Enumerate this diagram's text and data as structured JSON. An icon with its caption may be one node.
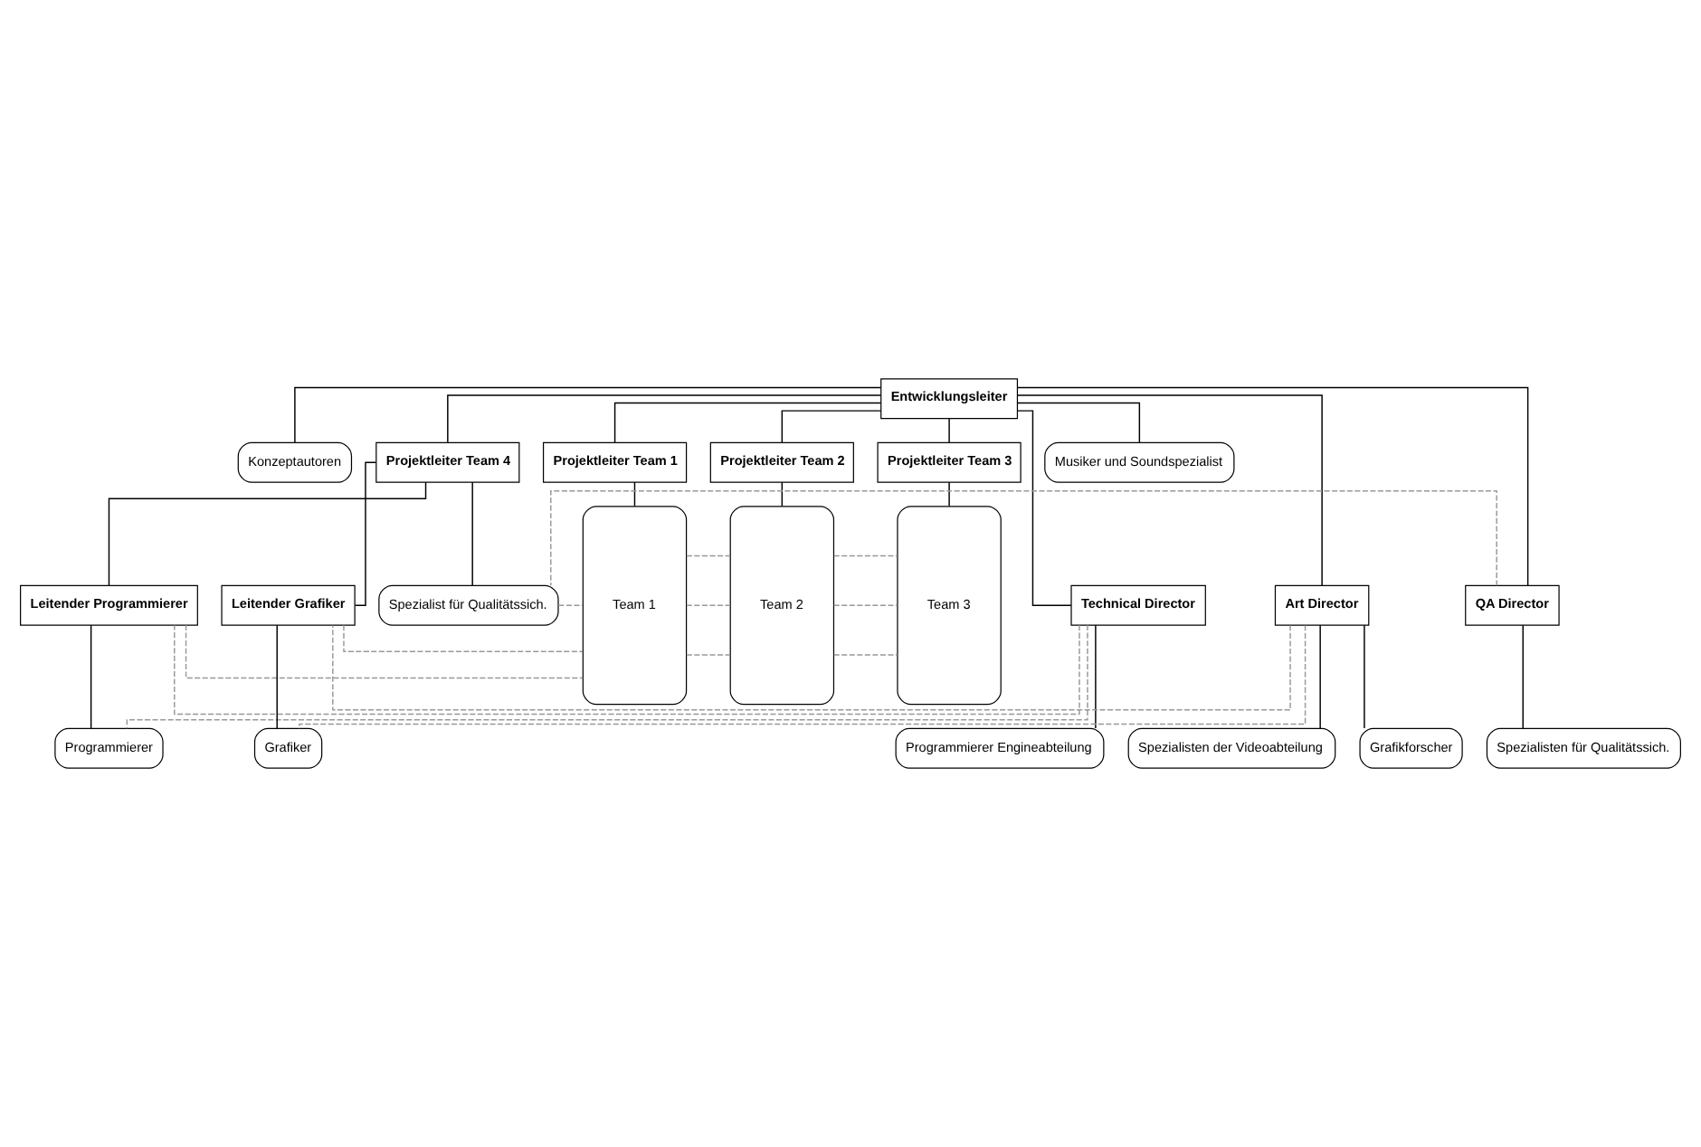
{
  "diagram": {
    "nodes": [
      {
        "text": [
          "Entwicklungsleiter"
        ]
      },
      {
        "text": [
          "Konzeptautoren"
        ]
      },
      {
        "text": [
          "Projektleiter Team 4"
        ]
      },
      {
        "text": [
          "Projektleiter Team 1"
        ]
      },
      {
        "text": [
          "Projektleiter Team 2"
        ]
      },
      {
        "text": [
          "Projektleiter Team 3"
        ]
      },
      {
        "text": [
          "Musiker und Soundspezialist"
        ]
      },
      {
        "text": [
          "Technical Director"
        ]
      },
      {
        "text": [
          "Leitender Programmierer"
        ]
      },
      {
        "text": [
          "Programmierer Engineabteilung"
        ]
      },
      {
        "text": [
          "Programmierer"
        ]
      },
      {
        "text": [
          "Team 1"
        ]
      },
      {
        "text": [
          "Team 2"
        ]
      },
      {
        "text": [
          "Team 3"
        ]
      },
      {
        "text": [
          "Art Director"
        ]
      },
      {
        "text": [
          "Leitender Grafiker"
        ]
      },
      {
        "text": [
          "Spezialisten der Videoabteilung"
        ]
      },
      {
        "text": [
          "Grafiker"
        ]
      },
      {
        "text": [
          "Grafikforscher"
        ]
      },
      {
        "text": [
          "QA Director"
        ]
      },
      {
        "text": [
          "Spezialist für Qualitätssich."
        ]
      },
      {
        "text": [
          "Spezialisten für Qualitätssich."
        ]
      }
    ],
    "edges": [
      {
        "from": 0,
        "to": 1,
        "arrow": "none"
      },
      {
        "from": 0,
        "to": 2,
        "arrow": "none"
      },
      {
        "from": 0,
        "to": 3,
        "arrow": "none"
      },
      {
        "from": 0,
        "to": 4,
        "arrow": "none"
      },
      {
        "from": 0,
        "to": 5,
        "arrow": "none"
      },
      {
        "from": 0,
        "to": 6,
        "arrow": "none"
      },
      {
        "from": 0,
        "to": 7,
        "arrow": "none"
      },
      {
        "from": 0,
        "to": 14,
        "arrow": "none"
      },
      {
        "from": 0,
        "to": 19,
        "arrow": "none"
      },
      {
        "from": 7,
        "to": 9,
        "arrow": "none"
      },
      {
        "from": 14,
        "to": 16,
        "arrow": "none"
      },
      {
        "from": 14,
        "to": 18,
        "arrow": "none"
      },
      {
        "from": 19,
        "to": 21,
        "arrow": "none"
      },
      {
        "from": 2,
        "to": 8,
        "arrow": "none"
      },
      {
        "from": 2,
        "to": 15,
        "arrow": "none"
      },
      {
        "from": 2,
        "to": 20,
        "arrow": "none"
      },
      {
        "from": 8,
        "to": 10,
        "arrow": "none"
      },
      {
        "from": 15,
        "to": 17,
        "arrow": "none"
      },
      {
        "from": 3,
        "to": 11,
        "arrow": "none"
      },
      {
        "from": 4,
        "to": 12,
        "arrow": "none"
      },
      {
        "from": 5,
        "to": 13,
        "arrow": "none"
      },
      {
        "from": 7,
        "to": 8,
        "arrow": "none",
        "style": "dashed",
        "color": "#999999"
      },
      {
        "from": 7,
        "to": 10,
        "arrow": "none",
        "style": "dashed",
        "color": "#999999"
      },
      {
        "from": 8,
        "to": 11,
        "arrow": "none",
        "style": "dashed",
        "color": "#999999"
      },
      {
        "from": 11,
        "to": 12,
        "arrow": "none",
        "style": "dashed",
        "color": "#999999"
      },
      {
        "from": 12,
        "to": 13,
        "arrow": "none",
        "style": "dashed",
        "color": "#999999"
      },
      {
        "from": 14,
        "to": 15,
        "arrow": "none",
        "style": "dashed",
        "color": "#999999"
      },
      {
        "from": 14,
        "to": 17,
        "arrow": "none",
        "style": "dashed",
        "color": "#999999"
      },
      {
        "from": 15,
        "to": 11,
        "arrow": "none",
        "style": "dashed",
        "color": "#999999"
      },
      {
        "from": 11,
        "to": 12,
        "arrow": "none",
        "style": "dashed",
        "color": "#999999"
      },
      {
        "from": 12,
        "to": 13,
        "arrow": "none",
        "style": "dashed",
        "color": "#999999"
      },
      {
        "from": 19,
        "to": 20,
        "arrow": "none",
        "style": "dashed",
        "color": "#999999"
      },
      {
        "from": 20,
        "to": 11,
        "arrow": "none",
        "style": "dashed",
        "color": "#999999"
      },
      {
        "from": 11,
        "to": 12,
        "arrow": "none",
        "style": "dashed",
        "color": "#999999"
      },
      {
        "from": 12,
        "to": 13,
        "arrow": "none",
        "style": "dashed",
        "color": "#999999"
      }
    ]
  }
}
